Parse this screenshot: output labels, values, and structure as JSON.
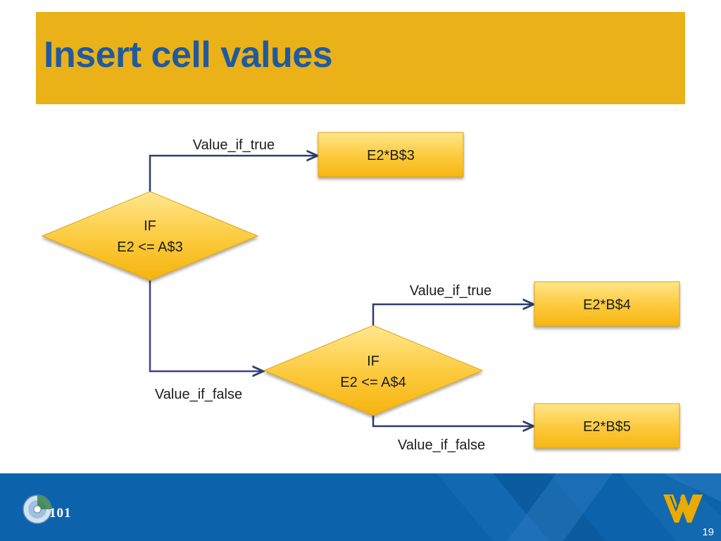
{
  "slide": {
    "title": "Insert cell values",
    "page_number": "19"
  },
  "diagram": {
    "decisions": [
      {
        "id": "d1",
        "line1": "IF",
        "line2": "E2 <= A$3"
      },
      {
        "id": "d2",
        "line1": "IF",
        "line2": "E2 <= A$4"
      }
    ],
    "results": [
      {
        "id": "r1",
        "text": "E2*B$3"
      },
      {
        "id": "r2",
        "text": "E2*B$4"
      },
      {
        "id": "r3",
        "text": "E2*B$5"
      }
    ],
    "edge_labels": {
      "d1_true": "Value_if_true",
      "d1_false": "Value_if_false",
      "d2_true": "Value_if_true",
      "d2_false": "Value_if_false"
    }
  },
  "footer": {
    "logo_text": "101",
    "logo_icon": "cd-disc-icon",
    "brand_icon": "flying-wv-icon"
  },
  "colors": {
    "title_band": "#eab118",
    "title_text": "#1f5aa0",
    "footer": "#0d63ab",
    "connector": "#2b3d6b"
  }
}
